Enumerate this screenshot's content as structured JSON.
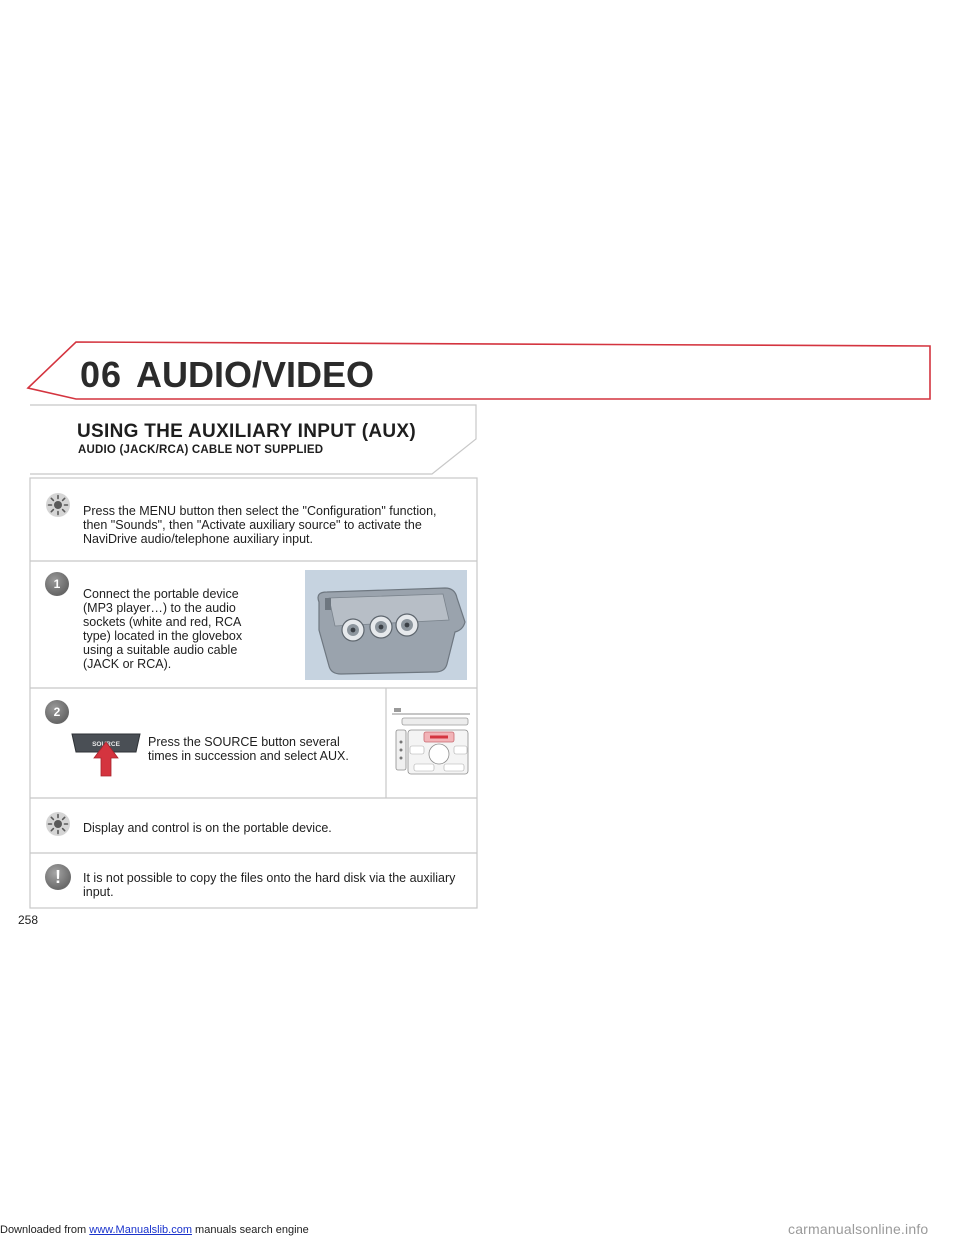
{
  "footer": {
    "prefix": "Downloaded from",
    "link": "www.Manualslib.com",
    "suffix": "manuals search engine"
  },
  "chapter": {
    "number": "06",
    "title": "AUDIO/VIDEO"
  },
  "section": {
    "title": "USING THE AUXILIARY INPUT (AUX)",
    "subtitle": "AUDIO (JACK/RCA) CABLE NOT SUPPLIED"
  },
  "blocks": {
    "tip1": {
      "lines": [
        "Press the MENU button then select the \"Configuration\" function,",
        "then \"Sounds\", then \"Activate auxiliary source\" to activate the",
        "NaviDrive audio/telephone auxiliary input."
      ]
    },
    "step1": {
      "number": "1",
      "lines": [
        "Connect the portable device",
        "(MP3 player…) to the audio",
        "sockets (white and red, RCA",
        "type) located in the glovebox",
        "using a suitable audio cable",
        "(JACK or RCA)."
      ]
    },
    "step2": {
      "number": "2",
      "button_label": "SOURCE",
      "lines": [
        "Press the SOURCE button several",
        "times in succession and select AUX."
      ]
    },
    "tip2": {
      "text": "Display and control is on the portable device."
    },
    "warning": {
      "symbol": "!",
      "lines": [
        "It is not possible to copy the files onto the hard disk via the auxiliary",
        "input."
      ]
    }
  },
  "page_number": "258",
  "watermark": "carmanualsonline.info",
  "colors": {
    "accent_red": "#d4343f",
    "panel_border": "#c8c8c8",
    "figure_blue": "#c6d3e0"
  }
}
